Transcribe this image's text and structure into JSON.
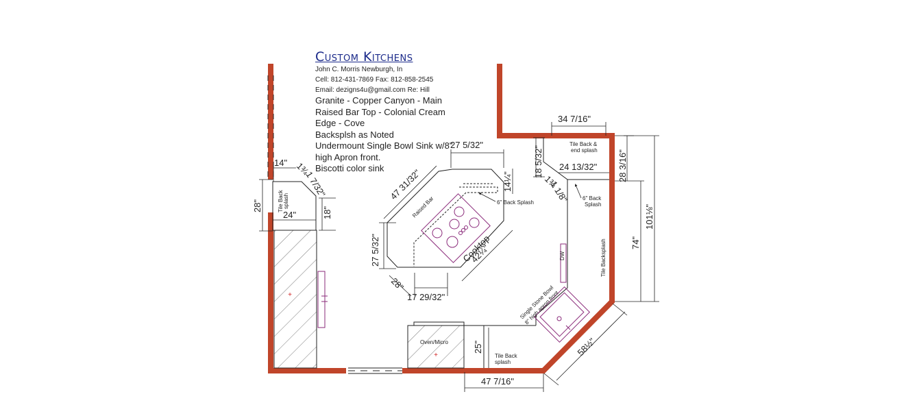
{
  "header": {
    "company": "Custom Kitchens",
    "contact_name": "John C. Morris  Newburgh, In",
    "phone": "Cell: 812-431-7869 Fax: 812-858-2545",
    "email_line": "Email: dezigns4u@gmail.com      Re: Hill",
    "notes": [
      "Granite - Copper Canyon - Main",
      "Raised Bar Top - Colonial Cream",
      "Edge - Cove",
      "Backsplsh as Noted",
      "Undermount Single Bowl Sink w/8\"",
      "high Apron front.",
      "Biscotti color sink"
    ]
  },
  "labels": {
    "raised_bar": "Raised Bar",
    "cooktop": "Cooktop",
    "cooktop_width": "42¼\"",
    "back_splash_6_left": "6\" Back Splash",
    "back_splash_6_right_1": "6\" Back",
    "back_splash_6_right_2": "Splash",
    "tile_back_end_1": "Tile Back &",
    "tile_back_end_2": "end splash",
    "tile_back_left_1": "Tile Back",
    "tile_back_left_2": "splash",
    "tile_back_bottom_1": "Tile Back",
    "tile_back_bottom_2": "splash",
    "tile_backsplash_right": "Tile Backsplash",
    "dw": "DW",
    "sink_1": "Single Stone Bowl",
    "sink_2": "8\" high apron front",
    "oven": "Oven/Micro"
  },
  "dimensions": {
    "d_14": "14\"",
    "d_1_3_4": "1¾",
    "d_1_7_32": "1 7/32\"",
    "d_28_left": "28\"",
    "d_24": "24\"",
    "d_18": "18\"",
    "d_47_31_32": "47 31/32\"",
    "d_27_5_32_top": "27 5/32\"",
    "d_14_1_4": "14¼\"",
    "d_27_5_32_left": "27 5/32\"",
    "d_28_bottom": "28\"",
    "d_17_29_32": "17 29/32\"",
    "d_34_7_16": "34 7/16\"",
    "d_18_5_32": "18 5/32\"",
    "d_24_13_32": "24 13/32\"",
    "d_1_3_4_b": "1¾",
    "d_1_1_8": "1 1/8\"",
    "d_28_3_16": "28 3/16\"",
    "d_101_1_8": "101⅛\"",
    "d_74": "74\"",
    "d_58_1_2": "58½\"",
    "d_25": "25\"",
    "d_47_7_16": "47 7/16\""
  },
  "colors": {
    "wall": "#c0452a",
    "title": "#1b2a8a",
    "appliance": "#8a2a7a",
    "cross_mark": "#d22222"
  }
}
